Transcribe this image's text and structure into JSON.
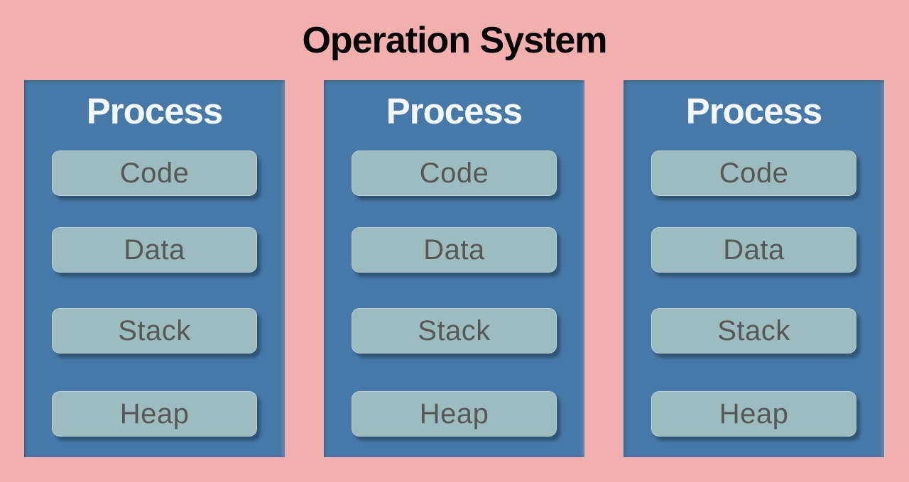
{
  "title": "Operation System",
  "colors": {
    "background": "#F1AFB0",
    "process_box": "#4779A8",
    "memory_block": "#9DBCC0",
    "title_text": "#070707",
    "process_title_text": "#F3F7F9",
    "memory_label_text": "#575757"
  },
  "processes": [
    {
      "title": "Process",
      "sections": [
        "Code",
        "Data",
        "Stack",
        "Heap"
      ]
    },
    {
      "title": "Process",
      "sections": [
        "Code",
        "Data",
        "Stack",
        "Heap"
      ]
    },
    {
      "title": "Process",
      "sections": [
        "Code",
        "Data",
        "Stack",
        "Heap"
      ]
    }
  ]
}
